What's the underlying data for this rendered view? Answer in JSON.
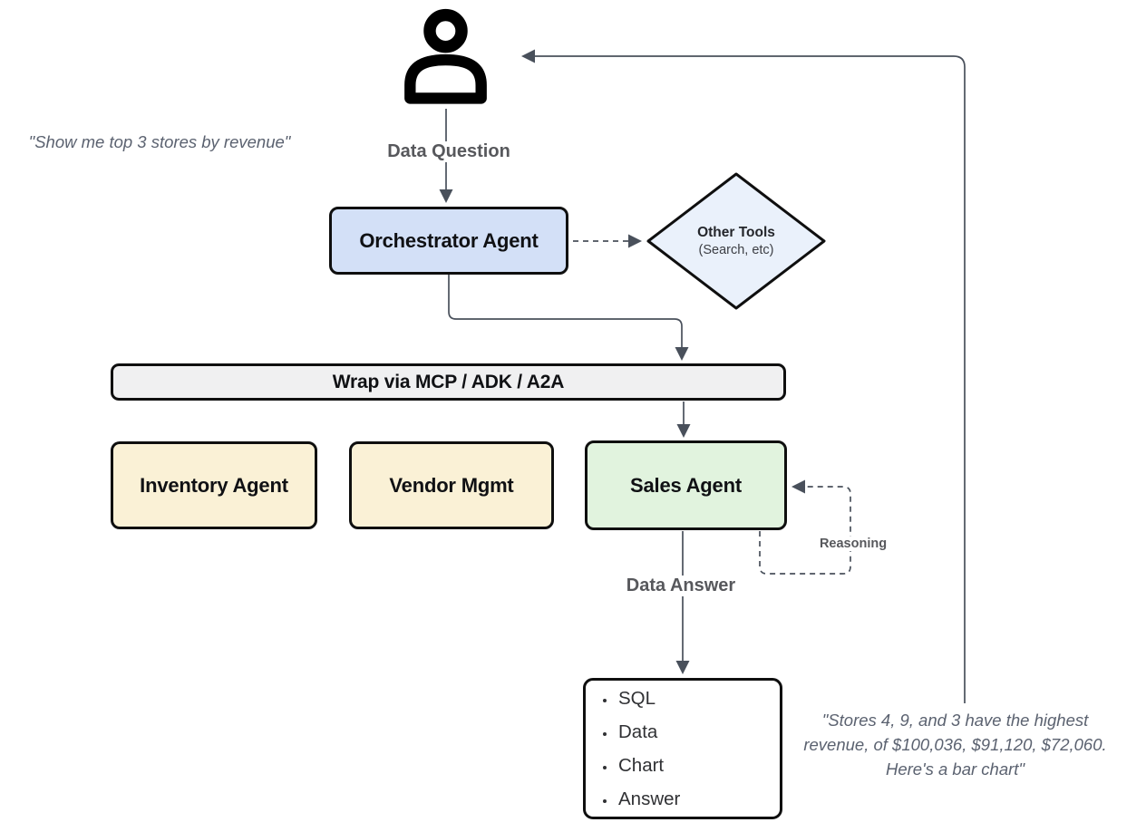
{
  "quotes": {
    "user": "\"Show me top 3 stores by revenue\"",
    "answer_lines": [
      "\"Stores 4, 9, and 3 have the highest",
      "revenue, of $100,036, $91,120, $72,060.",
      "Here's a bar chart\""
    ]
  },
  "labels": {
    "data_question": "Data Question",
    "data_answer": "Data Answer",
    "reasoning": "Reasoning"
  },
  "nodes": {
    "orchestrator": {
      "label": "Orchestrator Agent"
    },
    "other_tools": {
      "title": "Other Tools",
      "subtitle": "(Search, etc)"
    },
    "wrap_bar": {
      "label": "Wrap via MCP / ADK / A2A"
    },
    "inventory": {
      "label": "Inventory Agent"
    },
    "vendor": {
      "label": "Vendor Mgmt"
    },
    "sales": {
      "label": "Sales Agent"
    }
  },
  "output_box": {
    "items": [
      "SQL",
      "Data",
      "Chart",
      "Answer"
    ]
  },
  "icons": {
    "person-icon": "user-bust-outline",
    "arrowhead-icon": "filled-triangle"
  },
  "colors": {
    "orchestrator-fill": "#d3e0f7",
    "diamond-fill": "#eaf1fb",
    "bar-fill": "#f0f0f1",
    "yellow-fill": "#faf1d6",
    "green-fill": "#e1f3de",
    "output-fill": "#ffffff",
    "box-border": "#0f0f0f",
    "line": "#49505b",
    "label-text": "#57585c",
    "quote-text": "#5b6270",
    "body-text": "#303134"
  }
}
